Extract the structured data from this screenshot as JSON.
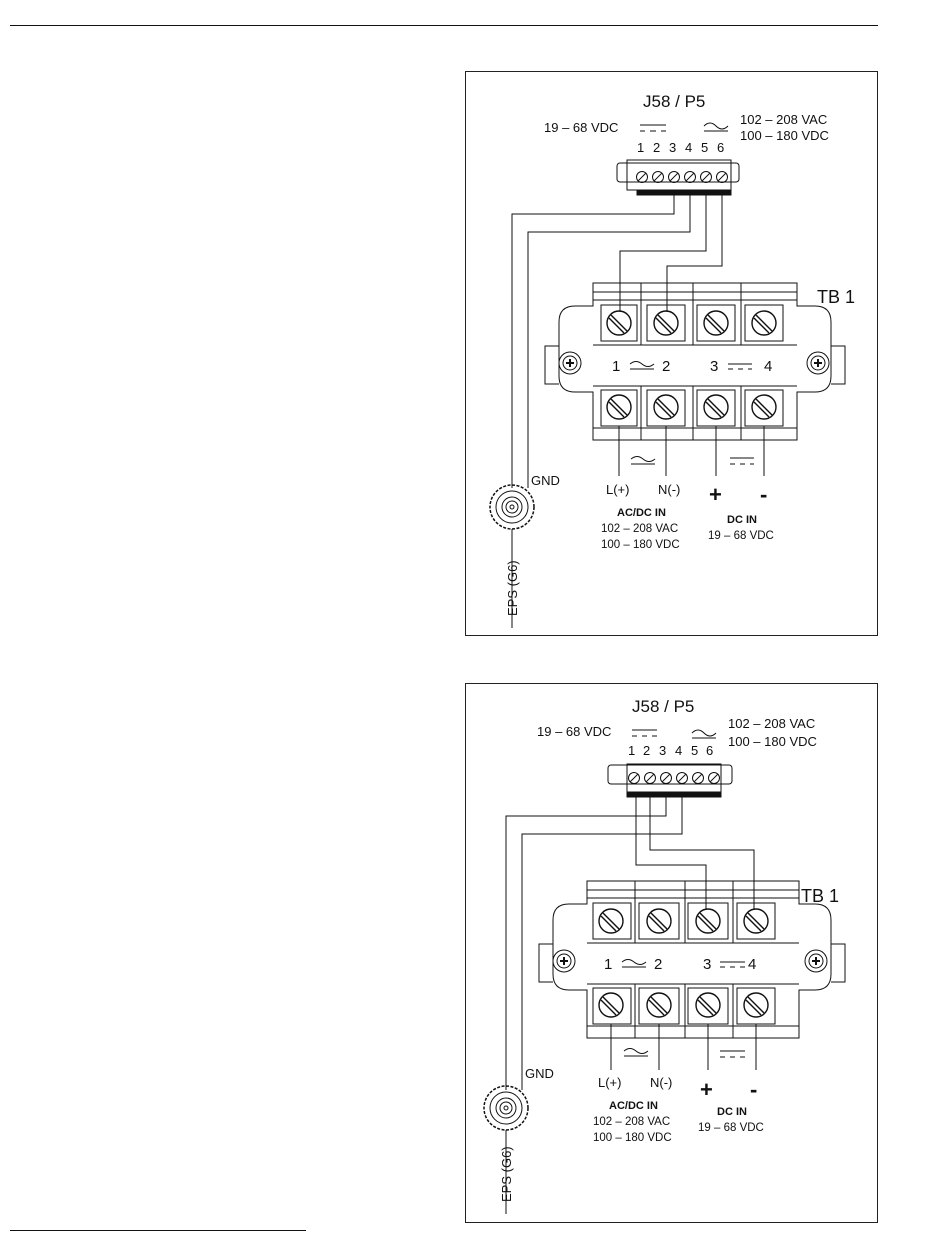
{
  "diagrams": [
    {
      "id": "top",
      "title": "J58 / P5",
      "dc_range_top": "19 – 68 VDC",
      "ac_range_top_1": "102 – 208 VAC",
      "ac_range_top_2": "100 – 180 VDC",
      "pins": [
        "1",
        "2",
        "3",
        "4",
        "5",
        "6"
      ],
      "tb_label": "TB 1",
      "term_1": "1",
      "term_2": "2",
      "term_3": "3",
      "term_4": "4",
      "gnd": "GND",
      "eps": "EPS (G6)",
      "l_plus": "L(+)",
      "n_minus": "N(-)",
      "plus": "+",
      "minus": "-",
      "acdc_in": "AC/DC IN",
      "acdc_range_1": "102 – 208 VAC",
      "acdc_range_2": "100 – 180 VDC",
      "dc_in": "DC IN",
      "dc_in_range": "19 – 68 VDC"
    },
    {
      "id": "bottom",
      "title": "J58 / P5",
      "dc_range_top": "19 – 68 VDC",
      "ac_range_top_1": "102 – 208 VAC",
      "ac_range_top_2": "100 – 180 VDC",
      "pins": [
        "1",
        "2",
        "3",
        "4",
        "5",
        "6"
      ],
      "tb_label": "TB 1",
      "term_1": "1",
      "term_2": "2",
      "term_3": "3",
      "term_4": "4",
      "gnd": "GND",
      "eps": "EPS (G6)",
      "l_plus": "L(+)",
      "n_minus": "N(-)",
      "plus": "+",
      "minus": "-",
      "acdc_in": "AC/DC IN",
      "acdc_range_1": "102 – 208 VAC",
      "acdc_range_2": "100 – 180 VDC",
      "dc_in": "DC IN",
      "dc_in_range": "19 – 68 VDC"
    }
  ]
}
